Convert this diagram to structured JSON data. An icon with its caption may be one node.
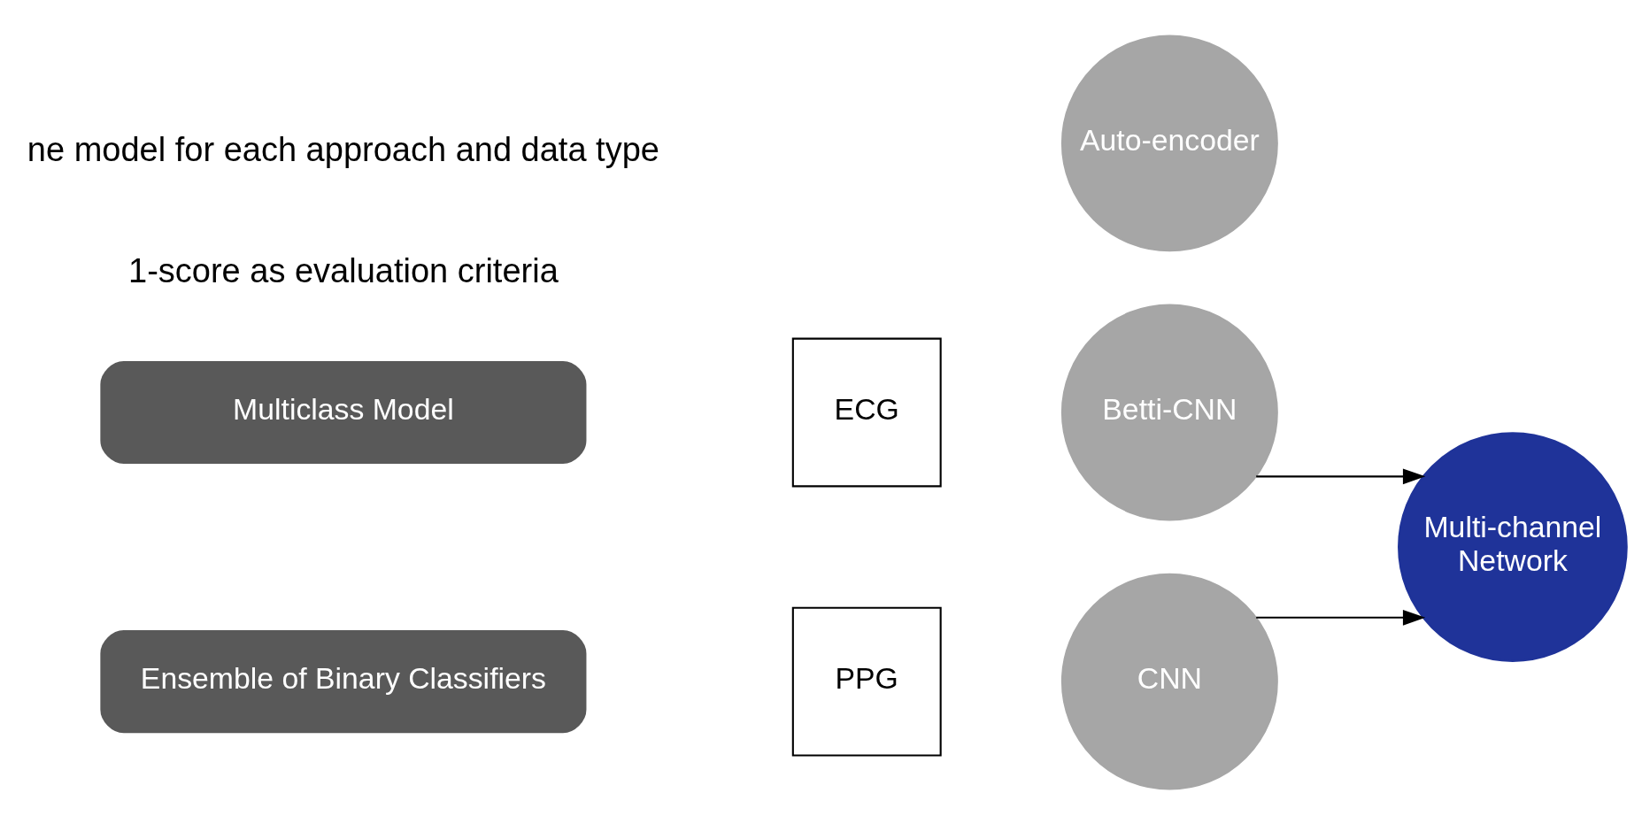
{
  "diagram": {
    "nodes": [
      {
        "text": [
          "Multiclass Model"
        ]
      },
      {
        "text": [
          "Ensemble of Binary Classifiers"
        ]
      },
      {
        "text": [
          "ECG"
        ]
      },
      {
        "text": [
          "PPG"
        ]
      },
      {
        "text": [
          "Auto-encoder"
        ]
      },
      {
        "text": [
          "Betti-CNN"
        ]
      },
      {
        "text": [
          "CNN"
        ]
      },
      {
        "text": [
          "Multi-channel Network"
        ]
      }
    ],
    "edges": [
      {
        "from": 5,
        "to": 7,
        "arrow": "to"
      },
      {
        "from": 6,
        "to": 7,
        "arrow": "to"
      }
    ],
    "labels": [
      "ne model for each approach and data type",
      "1-score as evaluation criteria"
    ]
  }
}
